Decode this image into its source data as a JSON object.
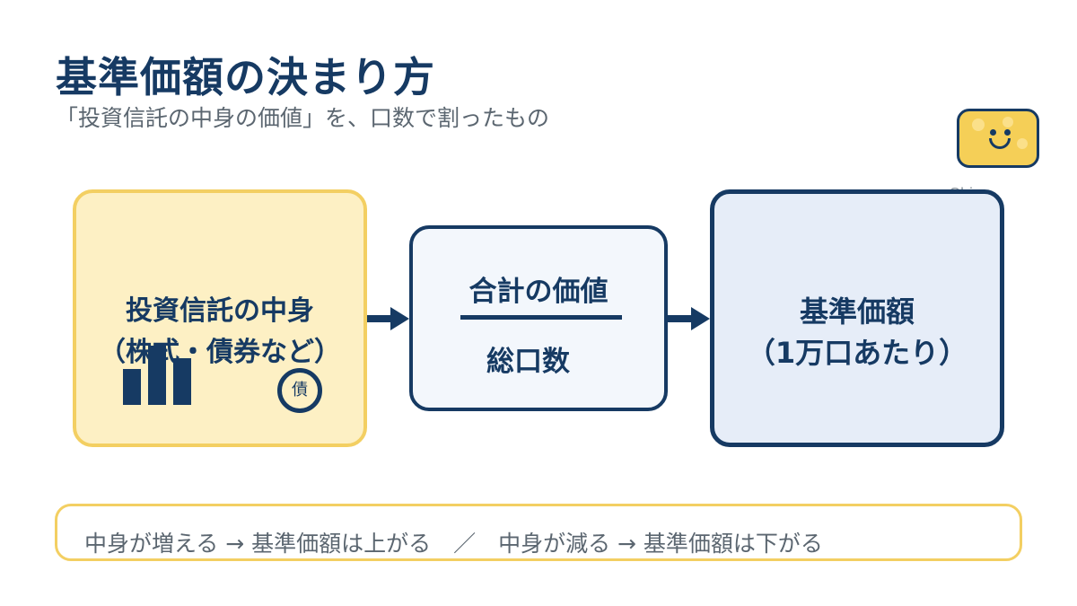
{
  "header": {
    "title": "基準価額の決まり方",
    "subtitle": "「投資信託の中身の価値」を、口数で割ったもの"
  },
  "mascot": {
    "label": "Chizu",
    "icon": "smiling-cheese-icon",
    "color": "#f5cf57"
  },
  "diagram": {
    "left_box": {
      "line1": "投資信託の中身",
      "line2": "（株式・債券など）",
      "icons": [
        "bar-chart-icon",
        "bond-coin-icon"
      ],
      "coin_text": "債",
      "fill": "#fdf0c4",
      "border": "#f3cf62"
    },
    "middle_box": {
      "numerator": "合計の価値",
      "denominator": "総口数",
      "fill": "#f3f7fc",
      "border": "#163a63"
    },
    "right_box": {
      "line1": "基準価額",
      "line2": "（1万口あたり）",
      "fill": "#e6edf8",
      "border": "#163a63"
    },
    "arrow_color": "#163a63"
  },
  "note": {
    "text": "中身が増える → 基準価額は上がる　／　中身が減る → 基準価額は下がる",
    "border": "#f3cf62"
  }
}
